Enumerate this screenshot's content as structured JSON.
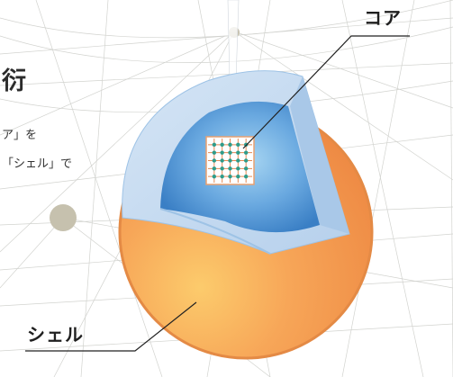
{
  "heading_fragment": "衍",
  "body_text": {
    "line1": "ア」を",
    "line2": "「シェル」で"
  },
  "labels": {
    "core": "コア",
    "shell": "シェル"
  },
  "colors": {
    "background": "#ffffff",
    "grid_lines": "#d2d3cf",
    "node": "#c6c1ae",
    "shell_outer": "#f09245",
    "shell_inner_glow": "#fbc86b",
    "shell_rim": "#e07f3b",
    "inner_layer": "#c7dcf0",
    "core_center": "#9fd0f0",
    "core_edge": "#3b82c6",
    "label_text": "#1f1f1f"
  }
}
